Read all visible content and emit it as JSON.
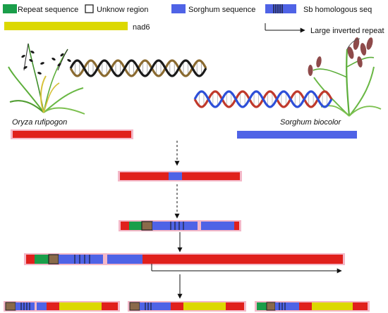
{
  "legend": {
    "repeat_label": "Repeat sequence",
    "unknown_label": "Unknow region",
    "sorghum_label": "Sorghum sequence",
    "homologous_label": "Sb homologous seq",
    "nad6_label": "nad6",
    "inverted_repeat_label": "Large inverted repeat"
  },
  "species": {
    "left": "Oryza rufipogon",
    "right": "Sorghum biocolor"
  },
  "colors": {
    "repeat": "#1a9e4a",
    "unknown_border": "#222222",
    "sorghum": "#4f63e6",
    "rice": "#e0201c",
    "nad6": "#dcd800",
    "outline_pink": "#f4b8c8",
    "helix_brown": "#8a6a30",
    "helix_dark": "#1a1a1a",
    "helix_red": "#c0392b",
    "helix_blue": "#2d4fd8",
    "plant_green": "#5cae3a",
    "panicle_maroon": "#8e4a4a",
    "unknown_fill": "#8a6a4a"
  }
}
